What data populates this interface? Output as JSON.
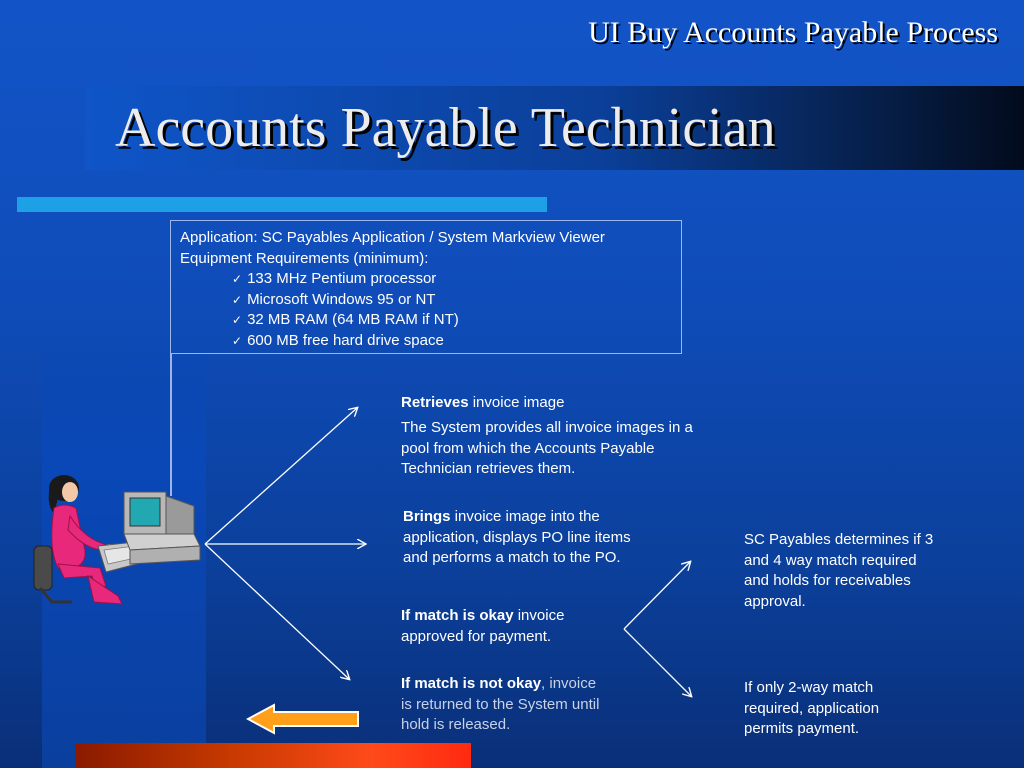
{
  "header": {
    "title": "UI Buy Accounts Payable Process"
  },
  "slide": {
    "title": "Accounts Payable Technician"
  },
  "requirements": {
    "application": "Application: SC Payables Application / System Markview Viewer",
    "equipment": "Equipment Requirements (minimum):",
    "items": [
      "133 MHz Pentium processor",
      "Microsoft Windows 95 or NT",
      "32 MB RAM (64 MB RAM if NT)",
      "600 MB free hard drive space"
    ]
  },
  "steps": {
    "retrieves": {
      "bold": "Retrieves",
      "rest": " invoice image",
      "detail": "The System provides all invoice images in a pool from which the Accounts Payable Technician retrieves them."
    },
    "brings": {
      "bold": "Brings",
      "rest": " invoice image into the application, displays PO line items and performs a  match to the PO."
    },
    "okay": {
      "bold": "If match is okay",
      "rest": " invoice approved for payment."
    },
    "not_okay": {
      "bold": "If match is not okay",
      "rest": ", invoice is returned to the System until hold is released."
    },
    "three_four_way": "SC Payables determines if 3 and 4 way match required and holds for receivables approval.",
    "two_way": "If only 2-way match required, application permits payment."
  },
  "icons": {
    "technician": "woman-at-computer-icon",
    "back_arrow": "left-arrow-icon"
  },
  "colors": {
    "background": "#1254c8",
    "accent_bar": "#1ea0e6",
    "bottom_bar": "#ff4a1a",
    "back_arrow": "#ff9f1a"
  }
}
